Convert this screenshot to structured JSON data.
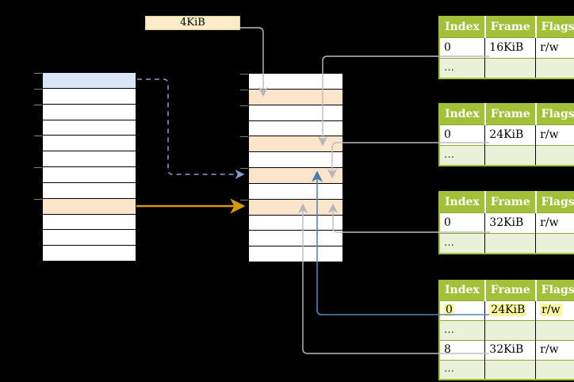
{
  "frame_size_label": "4KiB",
  "virtual_memory": {
    "rows": 12,
    "mapped_blue_row": 0,
    "mapped_orange_row": 8
  },
  "physical_memory": {
    "rows": 12,
    "frame_rows_orange": [
      1,
      4,
      6,
      8
    ]
  },
  "page_tables": {
    "headers": [
      "Index",
      "Frame",
      "Flags"
    ],
    "tables": [
      {
        "name": "page-table-1",
        "rows": [
          {
            "index": "0",
            "frame": "16KiB",
            "flags": "r/w",
            "variant": "data",
            "highlight": false
          },
          {
            "index": "…",
            "frame": "",
            "flags": "",
            "variant": "more",
            "highlight": false
          }
        ]
      },
      {
        "name": "page-table-2",
        "rows": [
          {
            "index": "0",
            "frame": "24KiB",
            "flags": "r/w",
            "variant": "data",
            "highlight": false
          },
          {
            "index": "…",
            "frame": "",
            "flags": "",
            "variant": "more",
            "highlight": false
          }
        ]
      },
      {
        "name": "page-table-3",
        "rows": [
          {
            "index": "0",
            "frame": "32KiB",
            "flags": "r/w",
            "variant": "data",
            "highlight": false
          },
          {
            "index": "…",
            "frame": "",
            "flags": "",
            "variant": "more",
            "highlight": false
          }
        ]
      },
      {
        "name": "page-table-4",
        "rows": [
          {
            "index": "0",
            "frame": "24KiB",
            "flags": "r/w",
            "variant": "data",
            "highlight": true
          },
          {
            "index": "…",
            "frame": "",
            "flags": "",
            "variant": "more",
            "highlight": false
          },
          {
            "index": "8",
            "frame": "32KiB",
            "flags": "r/w",
            "variant": "data",
            "highlight": false
          },
          {
            "index": "…",
            "frame": "",
            "flags": "",
            "variant": "more",
            "highlight": false
          }
        ]
      }
    ]
  },
  "colors": {
    "background": "#000000",
    "virtual_page_blue": "#d9e6f8",
    "frame_orange": "#fde5cc",
    "size_label_fill": "#fbedc7",
    "table_green": "#a2c139",
    "table_row_light_green": "#eaf1d8",
    "highlight_yellow": "#fbf6a0",
    "connector_gray": "#bbbdc2",
    "connector_blue": "#5b83b8",
    "connector_dashed_blue": "#7fa1d0",
    "connector_orange": "#d79b00"
  }
}
